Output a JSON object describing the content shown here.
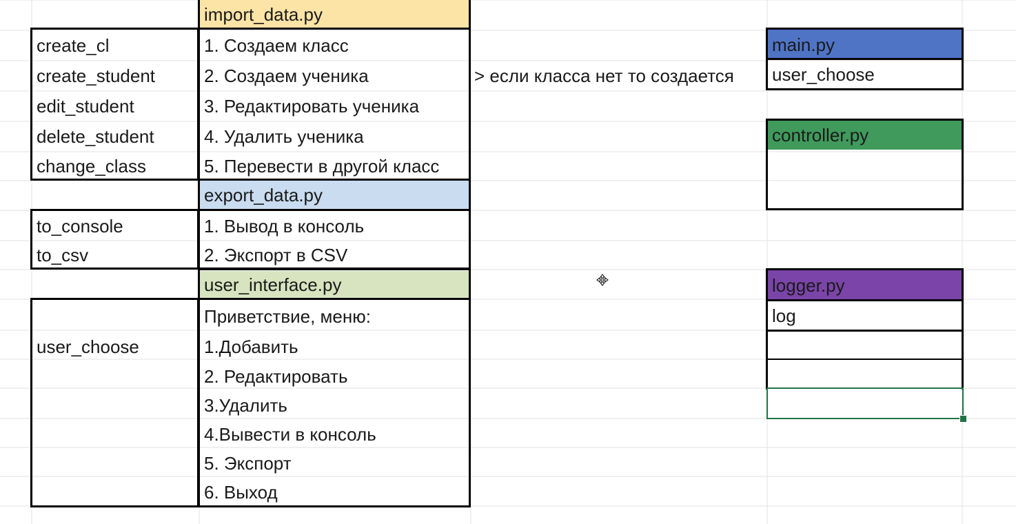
{
  "colors": {
    "import_header": "#fce4a6",
    "export_header": "#c9dcf0",
    "ui_header": "#d7e4bf",
    "main_header": "#4f74c6",
    "controller_header": "#3f9a5c",
    "logger_header": "#7a44a8",
    "gridline": "#e2e2e2",
    "selection": "#217346"
  },
  "import_section": {
    "header": "import_data.py",
    "functions": [
      "create_cl",
      "create_student",
      "edit_student",
      "delete_student",
      "change_class"
    ],
    "items": [
      "1. Создаем класс",
      "2. Создаем ученика",
      "3. Редактировать ученика",
      "4. Удалить ученика",
      "5. Перевести в другой класс"
    ],
    "note": "> если класса нет то создается"
  },
  "export_section": {
    "header": "export_data.py",
    "functions": [
      "to_console",
      "to_csv"
    ],
    "items": [
      "1. Вывод в консоль",
      "2. Экспорт в CSV"
    ]
  },
  "ui_section": {
    "header": "user_interface.py",
    "function": "user_choose",
    "items": [
      "Приветствие, меню:",
      "1.Добавить",
      "2. Редактировать",
      "3.Удалить",
      "4.Вывести в консоль",
      "5. Экспорт",
      "6. Выход"
    ]
  },
  "main_box": {
    "header": "main.py",
    "item": "user_choose"
  },
  "controller_box": {
    "header": "controller.py"
  },
  "logger_box": {
    "header": "logger.py",
    "item": "log"
  },
  "cursor": {
    "icon": "move-cursor-icon"
  }
}
